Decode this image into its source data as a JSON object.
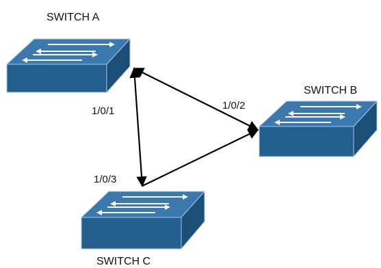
{
  "diagram": {
    "switches": [
      {
        "id": "a",
        "label": "SWITCH A"
      },
      {
        "id": "b",
        "label": "SWITCH B"
      },
      {
        "id": "c",
        "label": "SWITCH C"
      }
    ],
    "ports": [
      {
        "id": "p1",
        "label": "1/0/1"
      },
      {
        "id": "p2",
        "label": "1/0/2"
      },
      {
        "id": "p3",
        "label": "1/0/3"
      }
    ],
    "colors": {
      "switch_top": "#3a78ad",
      "switch_front": "#24608f",
      "switch_side": "#1c4f78",
      "switch_edge": "#a9c6df",
      "arrow": "#111111",
      "link": "#000000"
    },
    "icons": [
      "switch-arrows-icon"
    ]
  }
}
